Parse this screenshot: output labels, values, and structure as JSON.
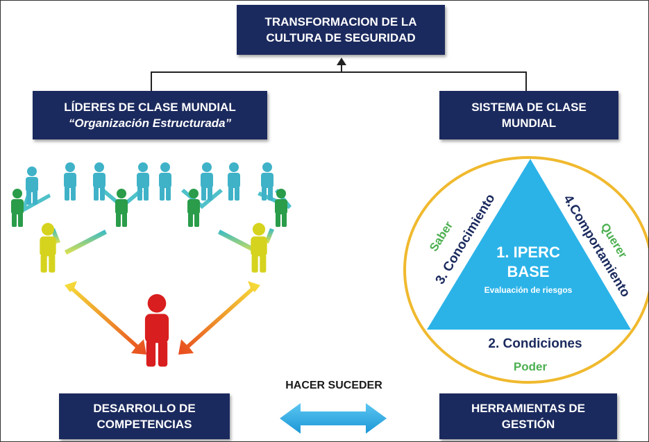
{
  "top_box": {
    "line1": "TRANSFORMACION DE LA",
    "line2": "CULTURA DE SEGURIDAD"
  },
  "left_box": {
    "line1": "LÍDERES DE CLASE MUNDIAL",
    "line2": "“Organización Estructurada”"
  },
  "right_box": {
    "line1": "SISTEMA DE CLASE",
    "line2": "MUNDIAL"
  },
  "bottom_left_box": {
    "line1": "DESARROLLO DE",
    "line2": "COMPETENCIAS"
  },
  "bottom_right_box": {
    "line1": "HERRAMIENTAS DE",
    "line2": "GESTIÓN"
  },
  "center_label": "HACER SUCEDER",
  "triangle": {
    "center_line1": "1. IPERC",
    "center_line2": "BASE",
    "center_sub": "Evaluación de riesgos",
    "left_side": "3. Conocimiento",
    "right_side": "4.Comportamiento",
    "bottom_side": "2. Condiciones",
    "saber": "Saber",
    "querer": "Querer",
    "poder": "Poder"
  },
  "colors": {
    "box_fill": "#1b2a5e",
    "triangle_fill": "#2bb3e8",
    "ellipse_stroke": "#f0b92e",
    "green_text": "#4caf50",
    "side_text": "#1b2a5e",
    "arrow_fill": "#2aa9e6"
  }
}
